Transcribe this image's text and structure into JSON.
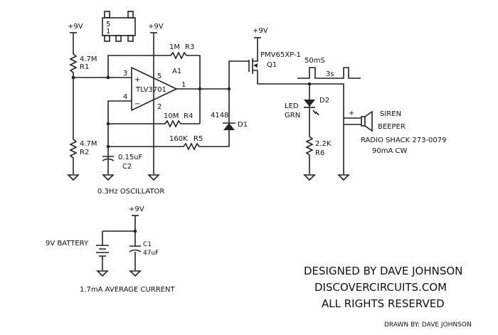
{
  "power_labels": {
    "r_divider": "+9V",
    "opamp": "+9V",
    "mosfet": "+9V",
    "battery": "+9V"
  },
  "ic_package": {
    "pin_top": "5",
    "pin_bottom": "1"
  },
  "components": {
    "r1_value": "4.7M",
    "r1_ref": "R1",
    "r2_value": "4.7M",
    "r2_ref": "R2",
    "r3_value": "1M",
    "r3_ref": "R3",
    "r4_value": "10M",
    "r4_ref": "R4",
    "r5_value": "160K",
    "r5_ref": "R5",
    "r6_value": "2.2K",
    "r6_ref": "R6",
    "c2_value": "0.15uF",
    "c2_ref": "C2",
    "c1_ref": "C1",
    "c1_value": "47uF",
    "a1_ref": "A1",
    "a1_part": "TLV3701",
    "pin3": "3",
    "pin4": "4",
    "pin5": "5",
    "pin2": "2",
    "pin1": "1",
    "plus_sign": "+",
    "minus_sign": "−",
    "d1_part": "4148",
    "d1_ref": "D1",
    "q1_part": "PMV65XP-1",
    "q1_ref": "Q1",
    "d2_ref": "D2",
    "led_line1": "LED",
    "led_line2": "GRN",
    "speaker_plus": "+",
    "speaker_line1": "SIREN",
    "speaker_line2": "BEEPER",
    "speaker_part": "RADIO SHACK 273-0079",
    "speaker_current": "90mA CW"
  },
  "waveform": {
    "pulse_label": "50mS",
    "period_label": "3s"
  },
  "notes": {
    "oscillator": "0.3Hz OSCILLATOR",
    "battery": "9V BATTERY",
    "average_current": "1.7mA AVERAGE CURRENT"
  },
  "credits": {
    "designed_by": "DESIGNED BY DAVE JOHNSON",
    "site": "DISCOVERCIRCUITS.COM",
    "rights": "ALL RIGHTS RESERVED",
    "drawn_by": "DRAWN BY:  DAVE JOHNSON"
  },
  "watermark": {
    "line1": "DiscoverCircuits.com",
    "line2": "ALL Rights Reserved"
  }
}
